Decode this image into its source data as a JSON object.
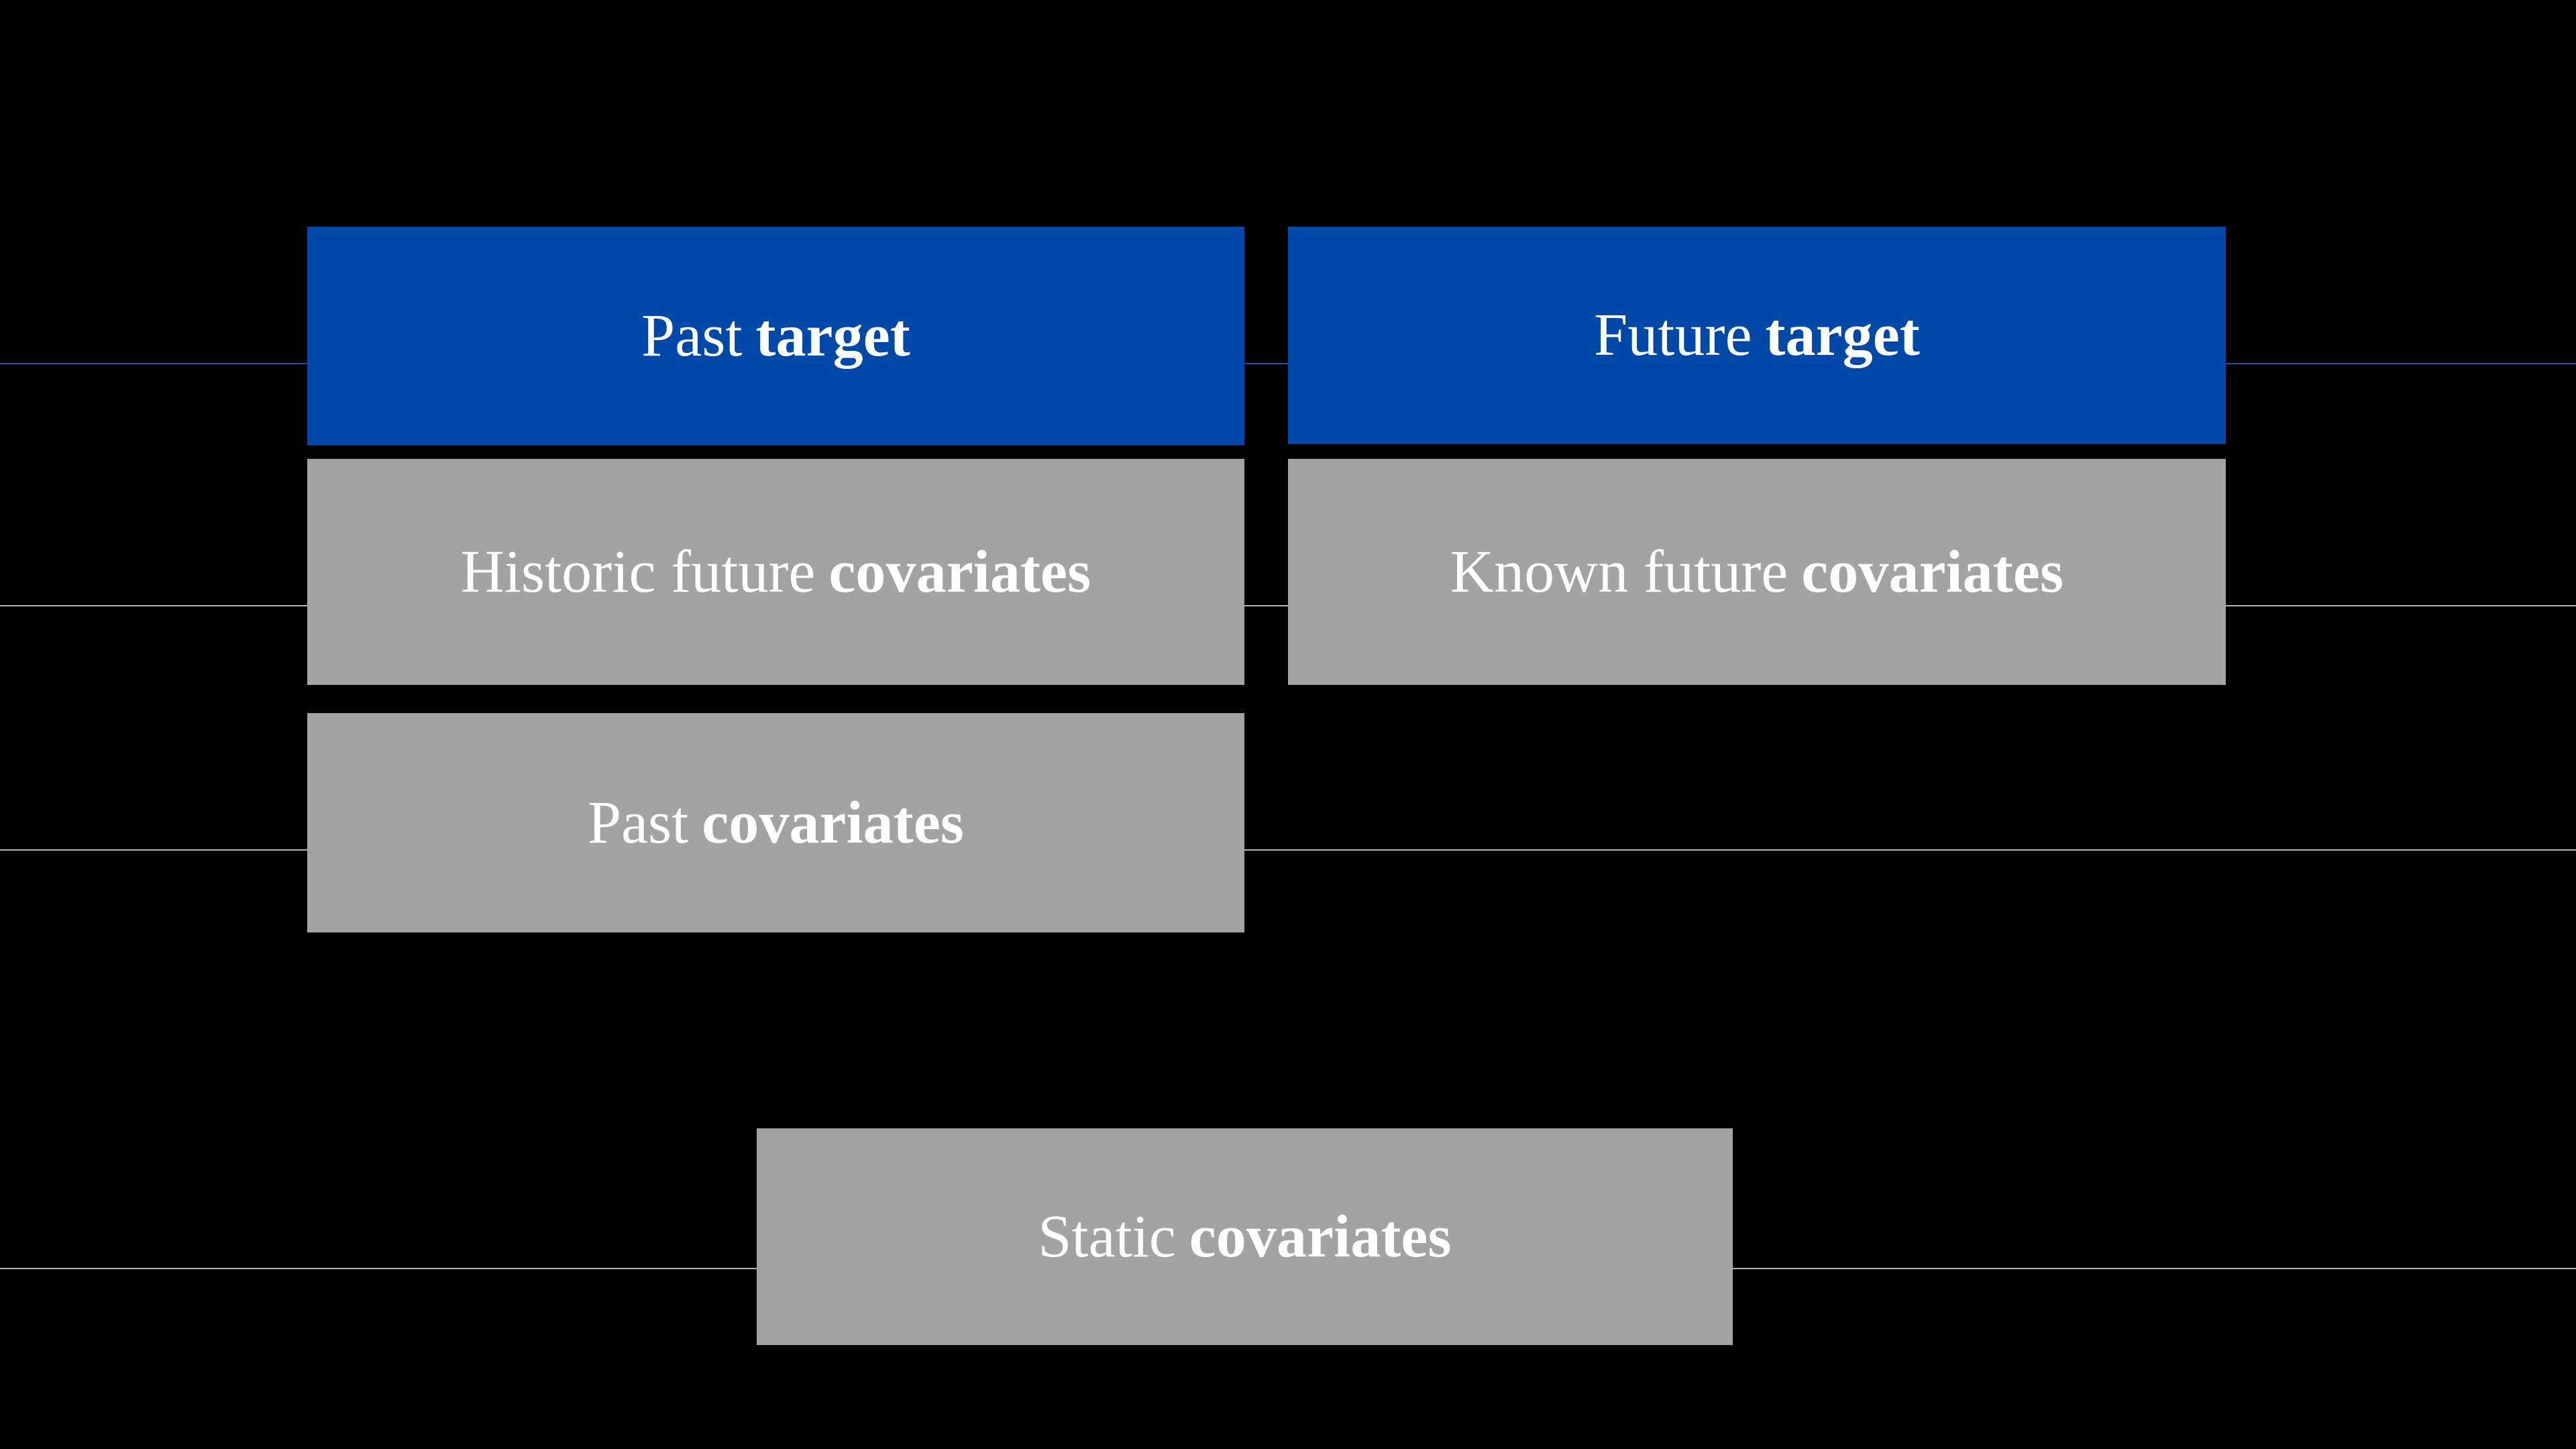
{
  "figure": {
    "background_color": "#000000",
    "target_color": "#0048a8",
    "covariate_color": "#a3a3a5",
    "text_color": "#ffffff"
  },
  "blocks": [
    {
      "name": "past-target",
      "kind": "target",
      "lead": "Past",
      "emph": "target",
      "full_label": "Past target"
    },
    {
      "name": "future-target",
      "kind": "target",
      "lead": "Future",
      "emph": "target",
      "full_label": "Future target"
    },
    {
      "name": "historic-future-covariates",
      "kind": "covariate",
      "lead": "Historic future",
      "emph": "covariates",
      "full_label": "Historic future covariates"
    },
    {
      "name": "known-future-covariates",
      "kind": "covariate",
      "lead": "Known future",
      "emph": "covariates",
      "full_label": "Known future covariates"
    },
    {
      "name": "past-covariates",
      "kind": "covariate",
      "lead": "Past",
      "emph": "covariates",
      "full_label": "Past covariates"
    },
    {
      "name": "static-covariates",
      "kind": "covariate",
      "lead": "Static",
      "emph": "covariates",
      "full_label": "Static covariates"
    }
  ],
  "gridlines": [
    {
      "name": "gridline-1",
      "color": "#1a4fa0"
    },
    {
      "name": "gridline-2",
      "color": "#b4b4b6"
    },
    {
      "name": "gridline-3",
      "color": "#b4b4b6"
    },
    {
      "name": "gridline-4",
      "color": "#b4b4b6"
    }
  ]
}
